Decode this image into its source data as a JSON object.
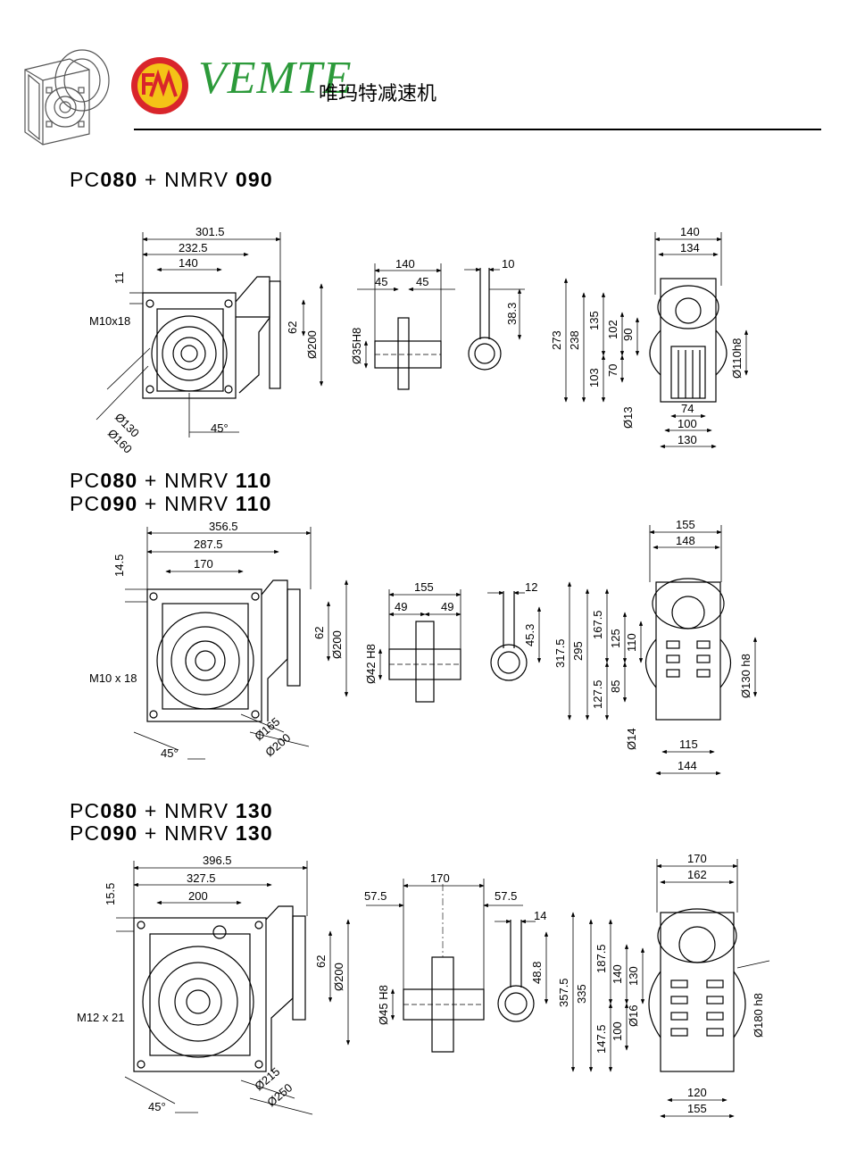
{
  "brand": {
    "logo_text": "VEMTE",
    "subtitle": "唯玛特减速机",
    "badge_text": "FM"
  },
  "sections": [
    {
      "lines": [
        {
          "a": "PC",
          "b": "080",
          "c": " + NMRV ",
          "d": "090"
        }
      ]
    },
    {
      "lines": [
        {
          "a": "PC",
          "b": "080",
          "c": " + NMRV ",
          "d": "110"
        },
        {
          "a": "PC",
          "b": "090",
          "c": " + NMRV ",
          "d": "110"
        }
      ]
    },
    {
      "lines": [
        {
          "a": "PC",
          "b": "080",
          "c": " + NMRV ",
          "d": "130"
        },
        {
          "a": "PC",
          "b": "090",
          "c": " + NMRV ",
          "d": "130"
        }
      ]
    }
  ],
  "dims": {
    "s1": {
      "a": "301.5",
      "b": "232.5",
      "c": "140",
      "d": "11",
      "e": "M10x18",
      "f": "62",
      "g": "Ø200",
      "h": "Ø130",
      "i": "Ø160",
      "j": "45°",
      "k": "140",
      "l": "45",
      "m": "45",
      "n": "Ø35H8",
      "o": "10",
      "p": "38.3",
      "q": "140",
      "r": "134",
      "s": "273",
      "t": "238",
      "u": "135",
      "v": "102",
      "w": "90",
      "x": "103",
      "y": "70",
      "z": "Ø110h8",
      "aa": "Ø13",
      "ab": "74",
      "ac": "100",
      "ad": "130"
    },
    "s2": {
      "a": "356.5",
      "b": "287.5",
      "c": "170",
      "d": "14.5",
      "e": "M10 x 18",
      "f": "62",
      "g": "Ø200",
      "h": "Ø165",
      "i": "Ø200",
      "j": "45°",
      "k": "155",
      "l": "49",
      "m": "49",
      "n": "Ø42 H8",
      "o": "12",
      "p": "45.3",
      "q": "155",
      "r": "148",
      "s": "317.5",
      "t": "295",
      "u": "167.5",
      "v": "125",
      "w": "110",
      "x": "127.5",
      "y": "85",
      "z": "Ø130 h8",
      "aa": "Ø14",
      "ab": "115",
      "ac": "144"
    },
    "s3": {
      "a": "396.5",
      "b": "327.5",
      "c": "200",
      "d": "15.5",
      "e": "M12 x 21",
      "f": "62",
      "g": "Ø200",
      "h": "Ø215",
      "i": "Ø250",
      "j": "45°",
      "k": "170",
      "l": "57.5",
      "m": "57.5",
      "n": "Ø45 H8",
      "o": "14",
      "p": "48.8",
      "q": "170",
      "r": "162",
      "s": "357.5",
      "t": "335",
      "u": "187.5",
      "v": "140",
      "w": "130",
      "x": "147.5",
      "y": "100",
      "z": "Ø180 h8",
      "aa": "Ø16",
      "ab": "120",
      "ac": "155"
    }
  }
}
